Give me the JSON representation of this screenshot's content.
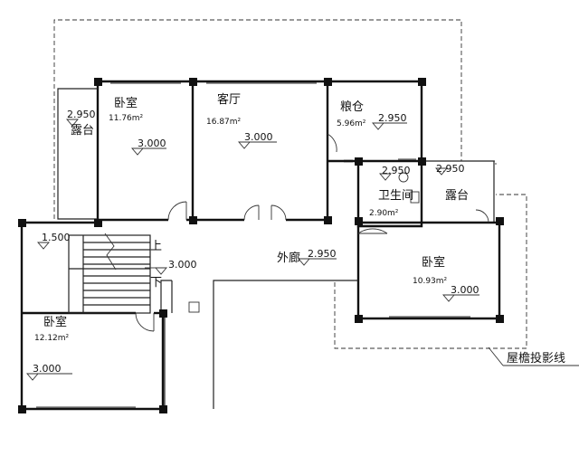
{
  "rooms": {
    "bedroom_nw": {
      "name": "卧室",
      "area": "11.76m²",
      "level": "3.000"
    },
    "living": {
      "name": "客厅",
      "area": "16.87m²",
      "level": "3.000"
    },
    "granary": {
      "name": "粮仓",
      "area": "5.96m²",
      "level": "2.950"
    },
    "bathroom": {
      "name": "卫生间",
      "area": "2.90m²",
      "level": "2.950"
    },
    "bedroom_e": {
      "name": "卧室",
      "area": "10.93m²",
      "level": "3.000"
    },
    "bedroom_sw": {
      "name": "卧室",
      "area": "12.12m²",
      "level": "3.000"
    },
    "terrace_w": {
      "name": "露台",
      "level": "2.950"
    },
    "terrace_e": {
      "name": "露台",
      "level": "2.950"
    },
    "corridor": {
      "name": "外廊",
      "level": "2.950"
    },
    "stair": {
      "up_label": "上",
      "down_label": "下",
      "level": "1.500",
      "landing_level": "3.000"
    }
  },
  "annotation": {
    "eave_projection": "屋檐投影线"
  }
}
